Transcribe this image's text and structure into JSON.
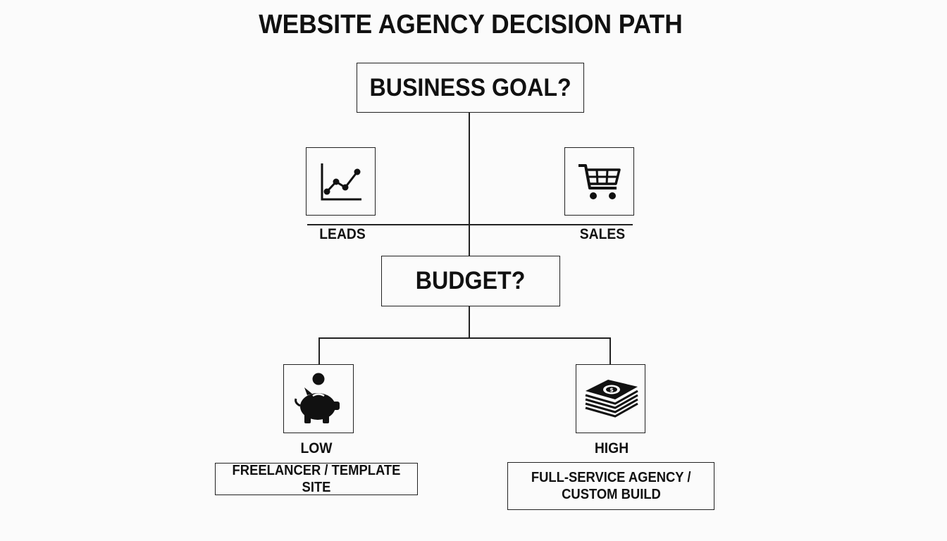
{
  "title": "WEBSITE AGENCY DECISION PATH",
  "q1": "BUSINESS GOAL?",
  "goals": {
    "left": {
      "label": "LEADS",
      "icon": "line-chart-icon"
    },
    "right": {
      "label": "SALES",
      "icon": "shopping-cart-icon"
    }
  },
  "q2": "BUDGET?",
  "budgets": {
    "left": {
      "label": "LOW",
      "icon": "piggy-bank-icon",
      "result": "FREELANCER / TEMPLATE SITE"
    },
    "right": {
      "label": "HIGH",
      "icon": "cash-stack-icon",
      "result_line1": "FULL-SERVICE AGENCY /",
      "result_line2": "CUSTOM BUILD"
    }
  }
}
